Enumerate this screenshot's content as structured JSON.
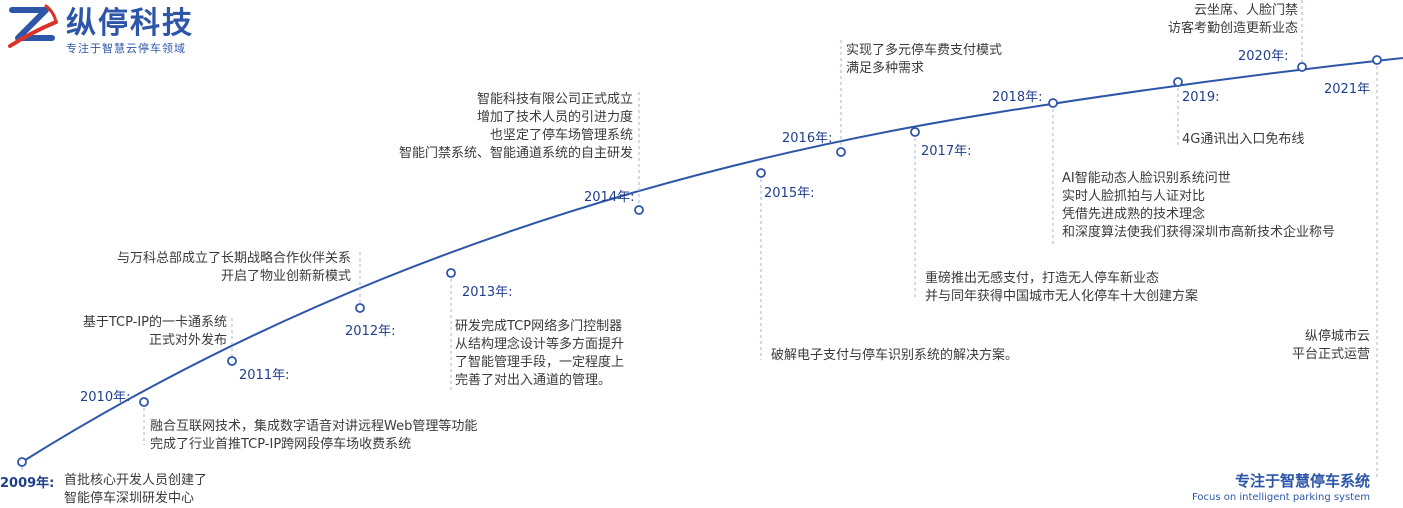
{
  "brand": {
    "name": "纵停科技",
    "slogan": "专注于智慧云停车领域",
    "logo_icon": "z-swoosh-logo",
    "color": "#2d56a8"
  },
  "footer": {
    "title": "专注于智慧停车系统",
    "subtitle": "Focus on intelligent parking system"
  },
  "colors": {
    "curve": "#2d56a8",
    "node": "#2d56a8",
    "dash": "#9fb6e0",
    "year_text": "#1f3f8c",
    "body_text": "#3a3a3a"
  },
  "milestones": [
    {
      "year": "2009年:",
      "lines": [
        "首批核心开发人员创建了",
        "智能停车深圳研发中心"
      ]
    },
    {
      "year": "2010年:",
      "lines": [
        "融合互联网技术，集成数字语音对讲远程Web管理等功能",
        "完成了行业首推TCP-IP跨网段停车场收费系统"
      ]
    },
    {
      "year": "2011年:",
      "lines": [
        "基于TCP-IP的一卡通系统",
        "正式对外发布"
      ]
    },
    {
      "year": "2012年:",
      "lines": [
        "与万科总部成立了长期战略合作伙伴关系",
        "开启了物业创新新模式"
      ]
    },
    {
      "year": "2013年:",
      "lines": [
        "研发完成TCP网络多门控制器",
        "从结构理念设计等多方面提升",
        "了智能管理手段，一定程度上",
        "完善了对出入通道的管理。"
      ]
    },
    {
      "year": "2014年:",
      "lines": [
        "智能科技有限公司正式成立",
        "增加了技术人员的引进力度",
        "也坚定了停车场管理系统",
        "智能门禁系统、智能通道系统的自主研发"
      ]
    },
    {
      "year": "2015年:",
      "lines": [
        "破解电子支付与停车识别系统的解决方案。"
      ]
    },
    {
      "year": "2016年:",
      "lines": [
        "实现了多元停车费支付模式",
        "满足多种需求"
      ]
    },
    {
      "year": "2017年:",
      "lines": [
        "重磅推出无感支付，打造无人停车新业态",
        "并与同年获得中国城市无人化停车十大创建方案"
      ]
    },
    {
      "year": "2018年:",
      "lines": [
        "AI智能动态人脸识别系统问世",
        "实时人脸抓拍与人证对比",
        "凭借先进成熟的技术理念",
        "和深度算法使我们获得深圳市高新技术企业称号"
      ]
    },
    {
      "year": "2019:",
      "lines": [
        "4G通讯出入口免布线"
      ]
    },
    {
      "year": "2020年:",
      "lines": [
        "云坐席、人脸门禁",
        "访客考勤创造更新业态"
      ]
    },
    {
      "year": "2021年",
      "lines": [
        "纵停城市云",
        "平台正式运营"
      ]
    }
  ]
}
